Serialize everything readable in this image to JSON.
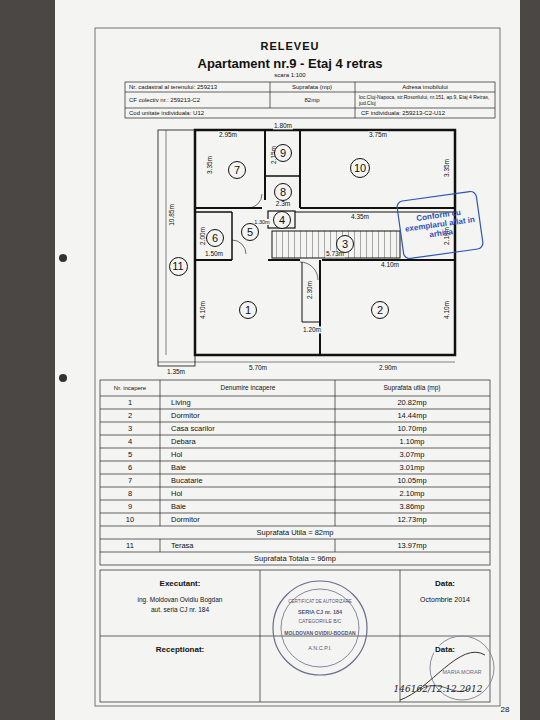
{
  "diagram": {
    "title": "RELEVEU",
    "nodes": [
      {
        "text": [
          "7"
        ]
      },
      {
        "text": [
          "9"
        ]
      },
      {
        "text": [
          "10"
        ]
      },
      {
        "text": [
          "8"
        ]
      },
      {
        "text": [
          "6"
        ]
      },
      {
        "text": [
          "5"
        ]
      },
      {
        "text": [
          "4"
        ]
      },
      {
        "text": [
          "3"
        ]
      },
      {
        "text": [
          "11"
        ]
      },
      {
        "text": [
          "1"
        ]
      },
      {
        "text": [
          "2"
        ]
      }
    ],
    "labels": [
      "Apartament nr.9 - Etaj 4 retras",
      "scara 1:100",
      "Nr. cadastral al terenului: 259213",
      "Suprafata (mp)",
      "Adresa imobilului",
      "CF colectiv nr.: 259213-C2",
      "82mp",
      "loc.Cluj-Napoca, str.Rosorilului, nr.151, ap.9, Etaj 4 Retras, jud.Cluj",
      "Cod unitate individuala: U12",
      "CF individuala: 259213-C2-U12",
      "2.95m",
      "1.80m",
      "3.75m",
      "3.35m",
      "2.15m",
      "3.35m",
      "2.3m",
      "4.35m",
      "2.10m",
      "1.30m",
      "2.00m",
      "1.50m",
      "5.73m",
      "10.85m",
      "4.10m",
      "4.10m",
      "2.30m",
      "1.20m",
      "4.10m",
      "5.70m",
      "2.90m",
      "1.35m",
      "Nr. incapere",
      "Denumire incapere",
      "Suprafata utila (mp)",
      "1",
      "Living",
      "20.82mp",
      "2",
      "Dormitor",
      "14.44mp",
      "3",
      "Casa scarilor",
      "10.70mp",
      "4",
      "Debara",
      "1.10mp",
      "5",
      "Hol",
      "3.07mp",
      "6",
      "Baie",
      "3.01mp",
      "7",
      "Bucatarie",
      "10.05mp",
      "8",
      "Hol",
      "2.10mp",
      "9",
      "Baie",
      "3.86mp",
      "10",
      "Dormitor",
      "12.73mp",
      "Suprafata Utila = 82mp",
      "11",
      "Terasa",
      "13.97mp",
      "Suprafata Totala = 96mp",
      "Executant:",
      "ing. Moldovan Ovidiu Bogdan",
      "aut. seria CJ nr. 184",
      "Data:",
      "Octombrie 2014",
      "Receptionat:",
      "Data:",
      "146162/12.12.2012",
      "28",
      "Conform cu exemplarul aflat in arhiva",
      "CERTIFICAT DE AUTORIZARE",
      "SERIA CJ nr. 184",
      "CATEGORIILE B/C",
      "MOLDOVAN OVIDIU-BOGDAN",
      "A.N.C.P.I.",
      "MARIA MORAR"
    ]
  }
}
